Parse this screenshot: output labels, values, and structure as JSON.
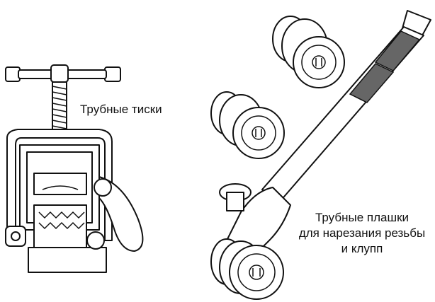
{
  "labels": {
    "vise": "Трубные тиски",
    "dies_line1": "Трубные плашки",
    "dies_line2": "для нарезания резьбы",
    "dies_line3": "и клупп"
  }
}
